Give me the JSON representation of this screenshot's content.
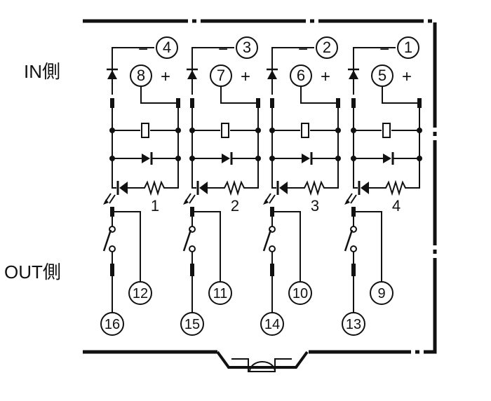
{
  "side_labels": {
    "input": "IN側",
    "output": "OUT側"
  },
  "channels": [
    {
      "channel_label": "1",
      "in_minus": "4",
      "in_plus": "8",
      "out_upper": "12",
      "out_lower": "16",
      "minus_sign": "−",
      "plus_sign": "+"
    },
    {
      "channel_label": "2",
      "in_minus": "3",
      "in_plus": "7",
      "out_upper": "11",
      "out_lower": "15",
      "minus_sign": "−",
      "plus_sign": "+"
    },
    {
      "channel_label": "3",
      "in_minus": "2",
      "in_plus": "6",
      "out_upper": "10",
      "out_lower": "14",
      "minus_sign": "−",
      "plus_sign": "+"
    },
    {
      "channel_label": "4",
      "in_minus": "1",
      "in_plus": "5",
      "out_upper": "9",
      "out_lower": "13",
      "minus_sign": "−",
      "plus_sign": "+"
    }
  ],
  "colors": {
    "line": "#111111",
    "background": "#ffffff"
  }
}
